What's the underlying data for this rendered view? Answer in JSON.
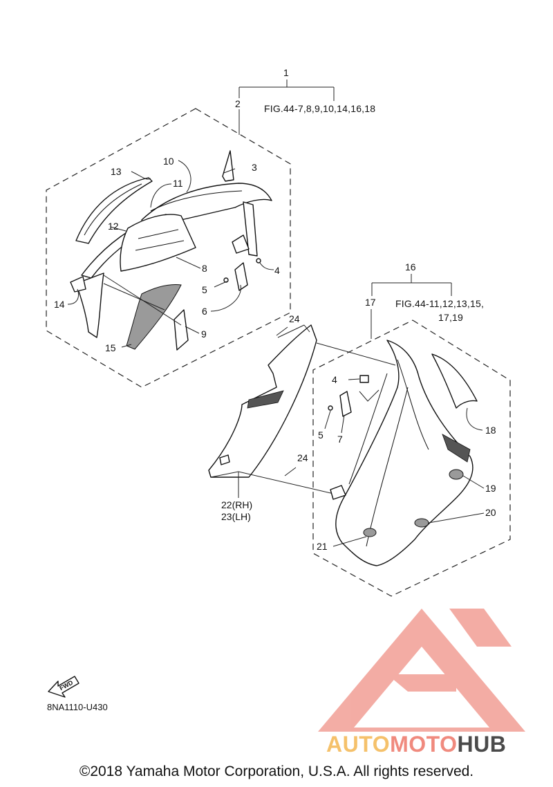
{
  "group_ref": "1",
  "group_note": "FIG.44-7,8,9,10,14,16,18",
  "subgroup_left_ref": "2",
  "subgroup_right_ref": "16",
  "subgroup_right_note_line1": "FIG.44-11,12,13,15,",
  "subgroup_right_note_line2": "17,19",
  "subgroup_right_inner_ref": "17",
  "callouts": {
    "c3": "3",
    "c4a": "4",
    "c4b": "4",
    "c5a": "5",
    "c5b": "5",
    "c6": "6",
    "c7": "7",
    "c8": "8",
    "c9": "9",
    "c10": "10",
    "c11": "11",
    "c12": "12",
    "c13": "13",
    "c14": "14",
    "c15": "15",
    "c18": "18",
    "c19": "19",
    "c20": "20",
    "c21": "21",
    "c22": "22(RH)",
    "c23": "23(LH)",
    "c24a": "24",
    "c24b": "24"
  },
  "fwd_label": "FWD",
  "diagram_code": "8NA1110-U430",
  "watermark": {
    "part1": "AUTO",
    "part2": "MOTO",
    "part3": "HUB",
    "color1": "#f5c16b",
    "color2": "#f08a7e",
    "color3": "#4a4a4a",
    "logo_color": "#f2a49b"
  },
  "copyright": "©2018 Yamaha Motor Corporation, U.S.A. All rights reserved."
}
